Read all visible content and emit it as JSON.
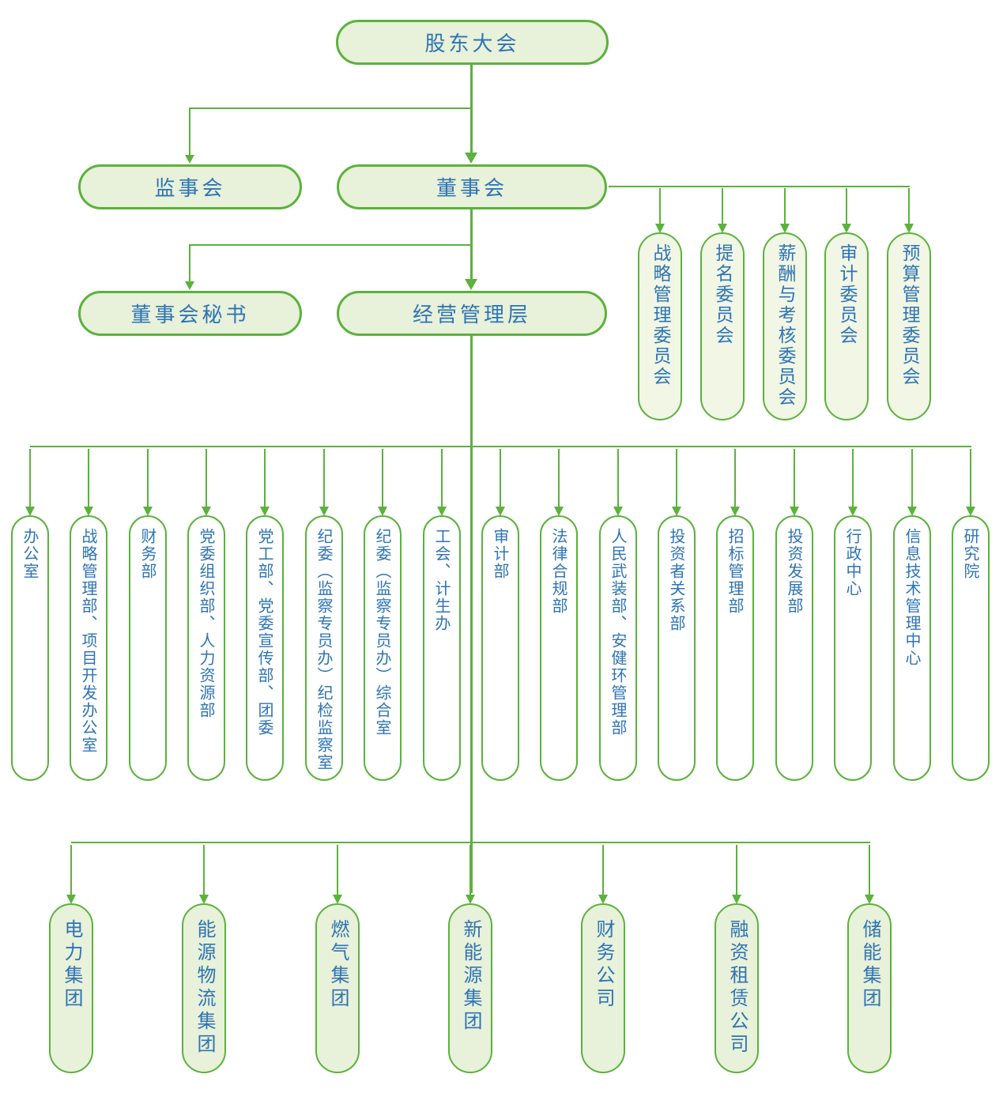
{
  "diagram": {
    "type": "org-chart",
    "colors": {
      "line_green": "#5bb23c",
      "node_fill_light_green": "#e8f1d9",
      "node_fill_pale_green": "#f1f6e5",
      "node_fill_white": "#ffffff",
      "text_blue": "#2e74b5"
    },
    "nodes": {
      "shareholders_meeting": {
        "label": "股东大会"
      },
      "supervisory_board": {
        "label": "监事会"
      },
      "board_of_directors": {
        "label": "董事会"
      },
      "board_secretary": {
        "label": "董事会秘书"
      },
      "management": {
        "label": "经营管理层"
      }
    },
    "committees": [
      {
        "label": "战略管理委员会"
      },
      {
        "label": "提名委员会"
      },
      {
        "label": "薪酬与考核委员会"
      },
      {
        "label": "审计委员会"
      },
      {
        "label": "预算管理委员会"
      }
    ],
    "departments": [
      {
        "label": "办公室"
      },
      {
        "label": "战略管理部、项目开发办公室"
      },
      {
        "label": "财务部"
      },
      {
        "label": "党委组织部、人力资源部"
      },
      {
        "label": "党工部、党委宣传部、团委"
      },
      {
        "label": "纪委（监察专员办）纪检监察室"
      },
      {
        "label": "纪委（监察专员办）综合室"
      },
      {
        "label": "工会、计生办"
      },
      {
        "label": "审计部"
      },
      {
        "label": "法律合规部"
      },
      {
        "label": "人民武装部、安健环管理部"
      },
      {
        "label": "投资者关系部"
      },
      {
        "label": "招标管理部"
      },
      {
        "label": "投资发展部"
      },
      {
        "label": "行政中心"
      },
      {
        "label": "信息技术管理中心"
      },
      {
        "label": "研究院"
      }
    ],
    "subsidiaries": [
      {
        "label": "电力集团"
      },
      {
        "label": "能源物流集团"
      },
      {
        "label": "燃气集团"
      },
      {
        "label": "新能源集团"
      },
      {
        "label": "财务公司"
      },
      {
        "label": "融资租赁公司"
      },
      {
        "label": "储能集团"
      }
    ]
  }
}
